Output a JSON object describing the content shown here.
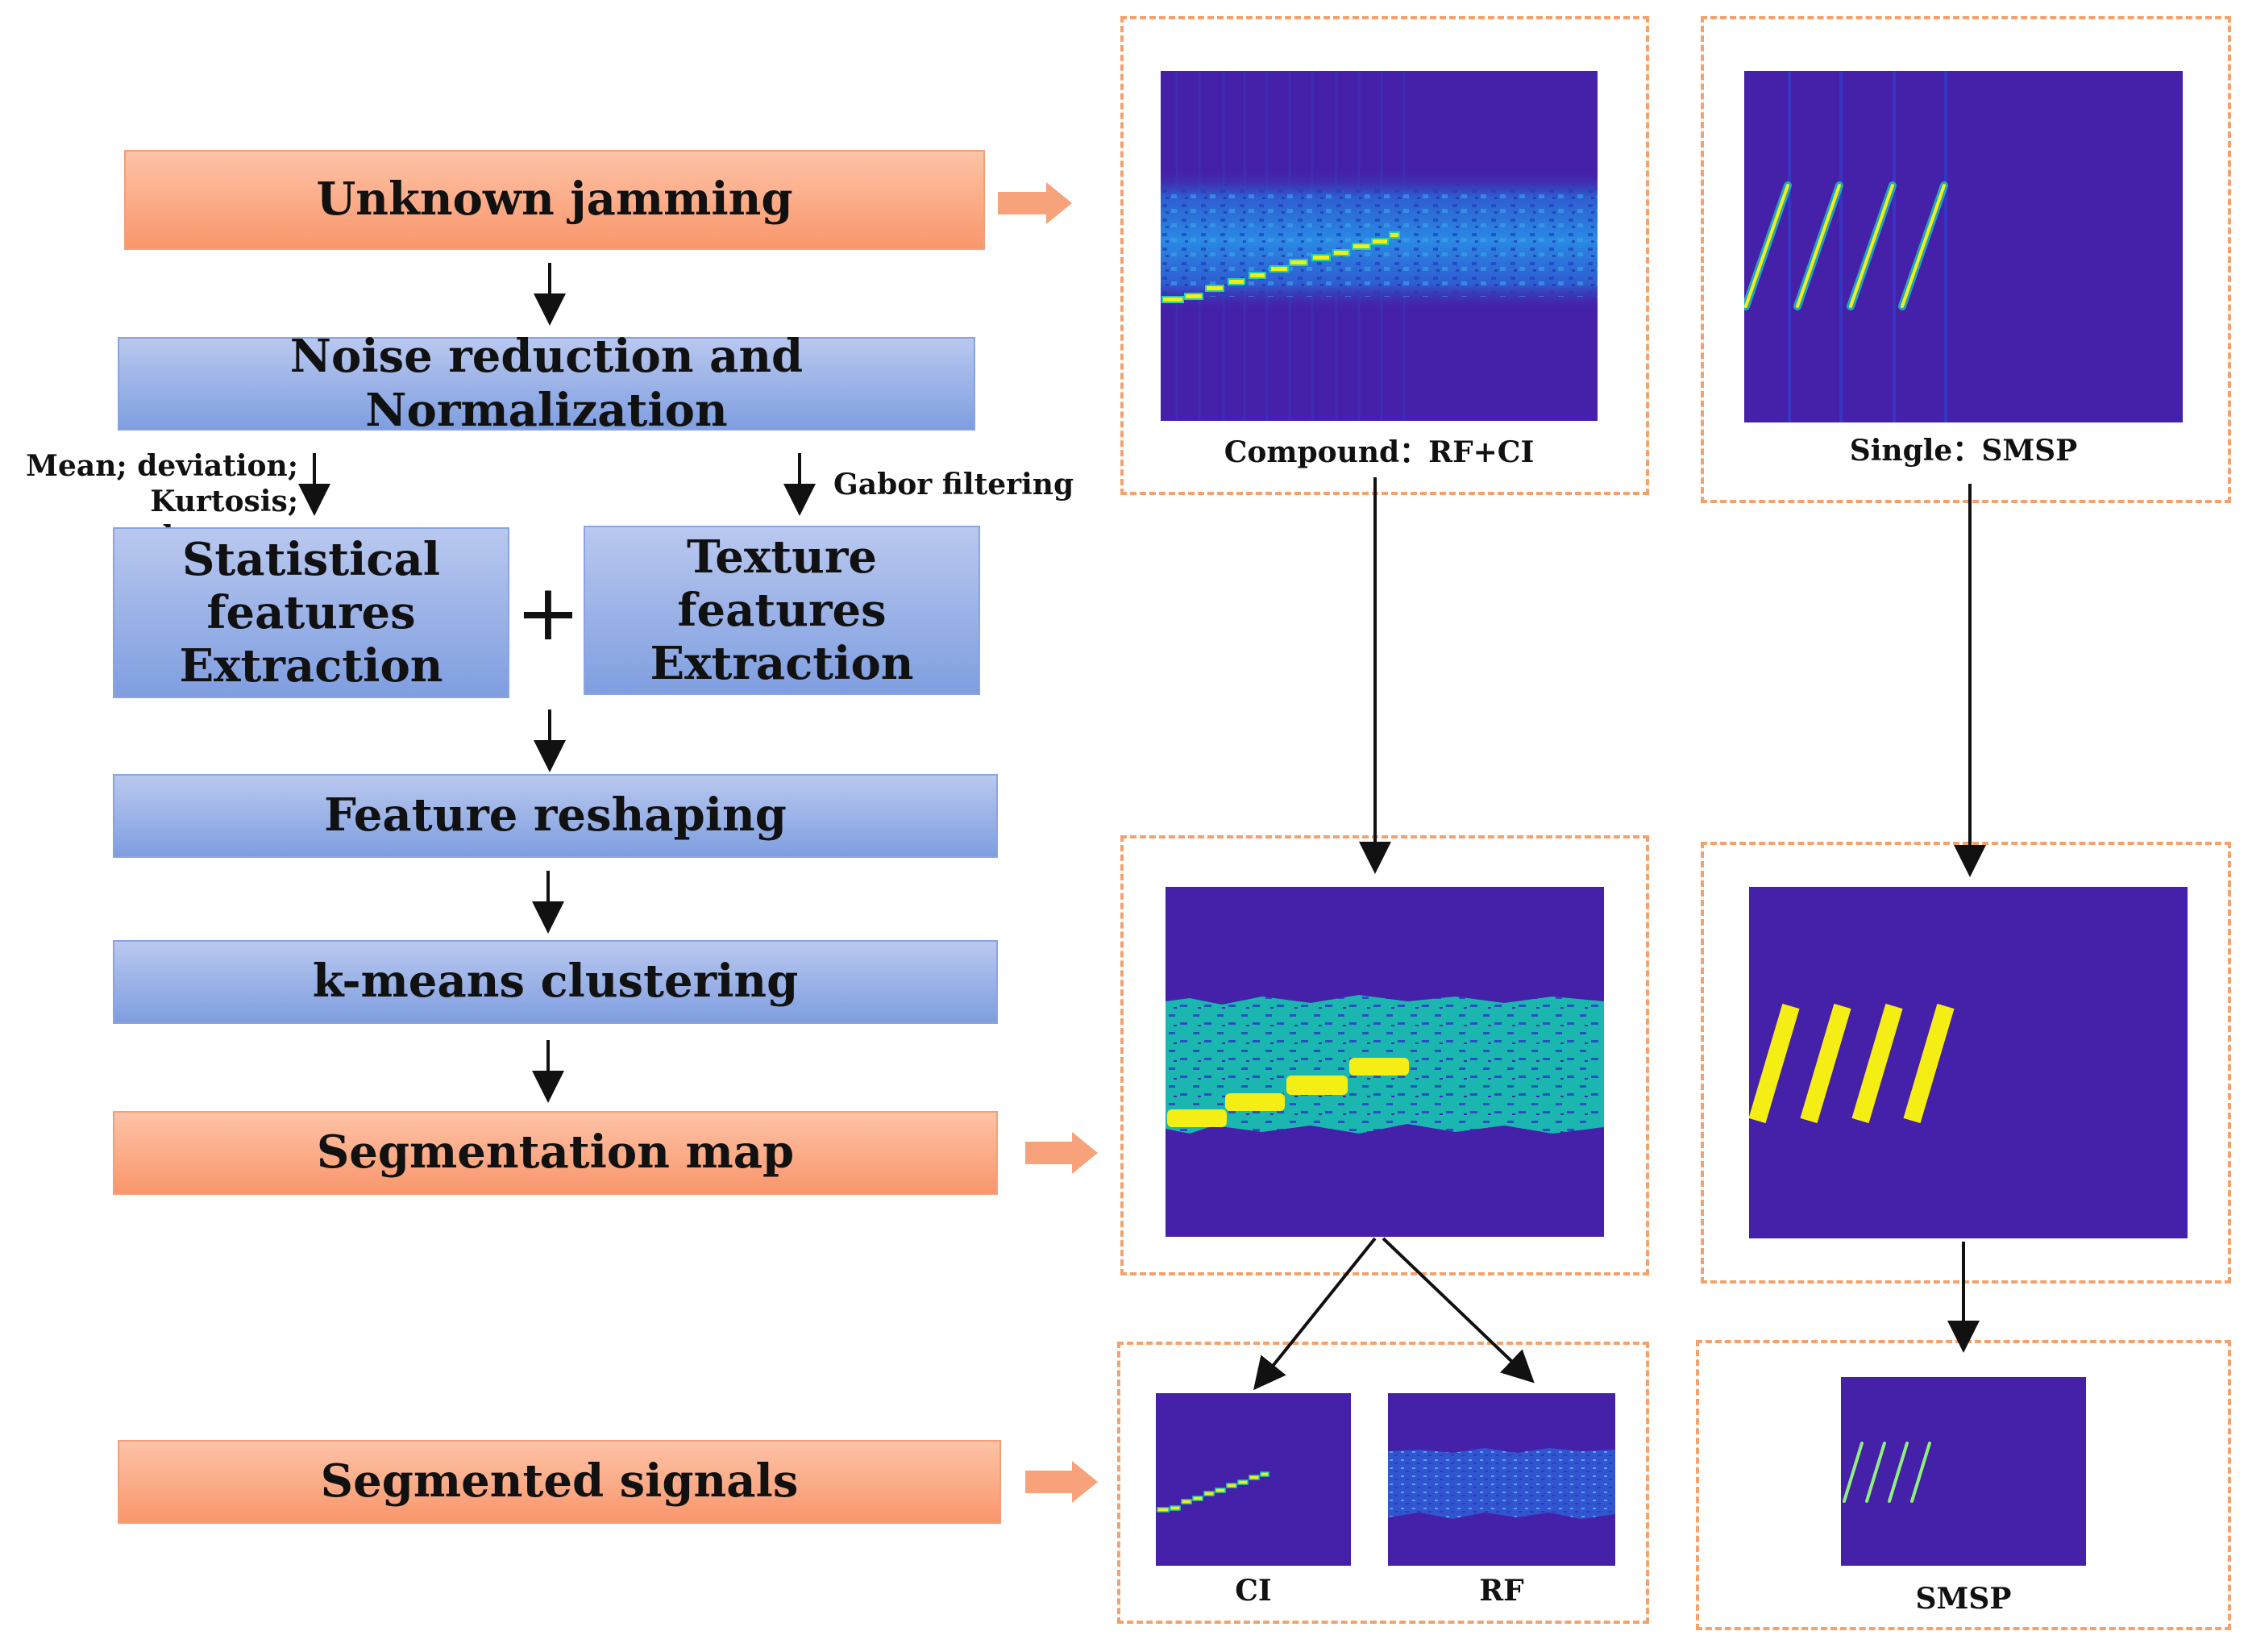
{
  "flow": {
    "unknown": "Unknown jamming",
    "noise": "Noise reduction and Normalization",
    "stat_note": [
      "Mean; deviation;",
      "Kurtosis; skewness"
    ],
    "gabor_note": "Gabor filtering",
    "stat_box": [
      "Statistical",
      "features",
      "Extraction"
    ],
    "texture_box": [
      "Texture features",
      "Extraction"
    ],
    "plus": "+",
    "reshaping": "Feature reshaping",
    "kmeans": "k-means clustering",
    "segmap": "Segmentation map",
    "segsig": "Segmented signals"
  },
  "captions": {
    "compound": "Compound：RF+CI",
    "single": "Single：SMSP",
    "ci": "CI",
    "rf": "RF",
    "smsp": "SMSP"
  },
  "colors": {
    "plot_bg": "#4520a8",
    "yellow": "#f5ee14",
    "teal": "#1bb6b0",
    "orange_box": "#f9966c",
    "blue_box": "#7f9ee0",
    "dashed": "#f5a16b"
  }
}
